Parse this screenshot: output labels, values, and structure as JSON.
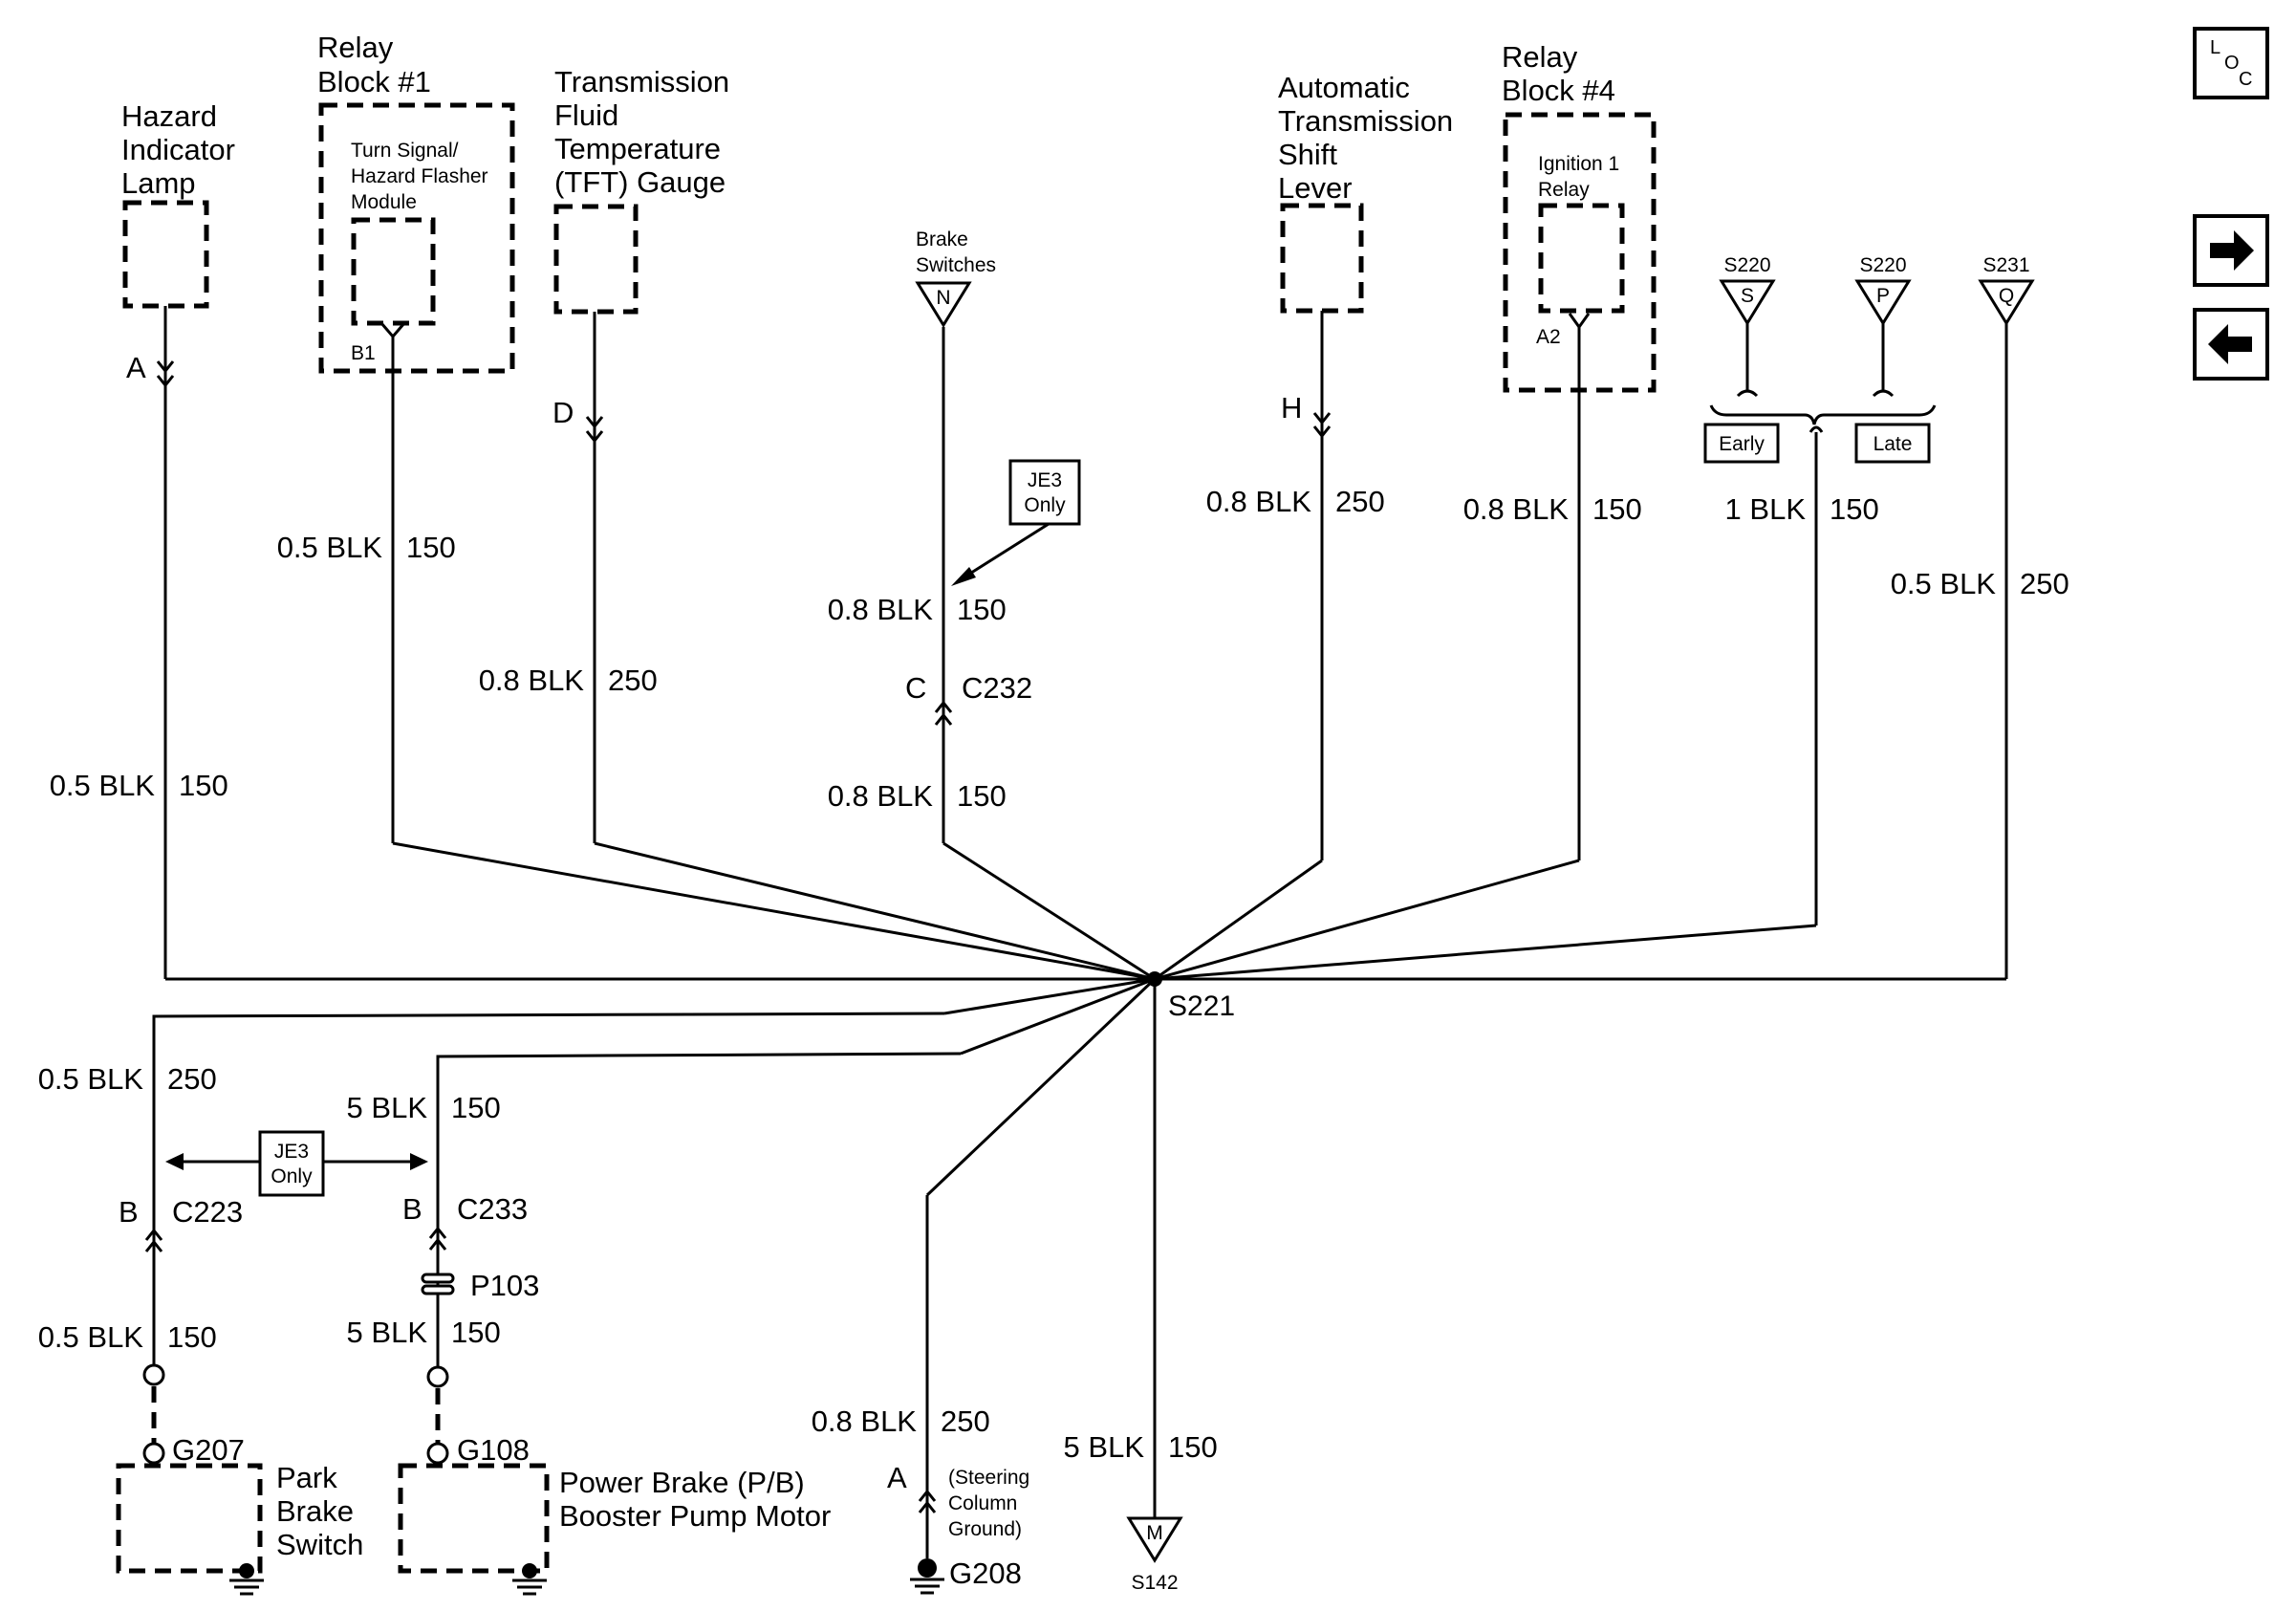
{
  "components": {
    "hazard_lamp": [
      "Hazard",
      "Indicator",
      "Lamp"
    ],
    "relay_block_1": [
      "Relay",
      "Block #1"
    ],
    "turn_signal_module": [
      "Turn Signal/",
      "Hazard Flasher",
      "Module"
    ],
    "tft_gauge": [
      "Transmission",
      "Fluid",
      "Temperature",
      "(TFT) Gauge"
    ],
    "brake_switches": [
      "Brake",
      "Switches"
    ],
    "shift_lever": [
      "Automatic",
      "Transmission",
      "Shift",
      "Lever"
    ],
    "relay_block_4": [
      "Relay",
      "Block #4"
    ],
    "ignition_relay": [
      "Ignition 1",
      "Relay"
    ],
    "park_brake_switch": [
      "Park",
      "Brake",
      "Switch"
    ],
    "pb_motor": [
      "Power Brake (P/B)",
      "Booster Pump Motor"
    ],
    "steering_ground": [
      "(Steering",
      "Column",
      "Ground)"
    ]
  },
  "pins": {
    "hazard": "A",
    "turn": "B1",
    "tft": "D",
    "shift": "H",
    "ignition": "A2",
    "brake": "C",
    "c223": "B",
    "c233": "B",
    "steering": "A"
  },
  "connectors": {
    "c232": "C232",
    "c223": "C223",
    "c233": "C233",
    "p103": "P103",
    "s221": "S221",
    "g207": "G207",
    "g108": "G108",
    "g208": "G208",
    "s142": "S142"
  },
  "offpage": {
    "brake_letter": "N",
    "s220_s": {
      "id": "S220",
      "letter": "S"
    },
    "s220_p": {
      "id": "S220",
      "letter": "P"
    },
    "s231": {
      "id": "S231",
      "letter": "Q"
    },
    "s142_letter": "M"
  },
  "options": {
    "je3_top": [
      "JE3",
      "Only"
    ],
    "je3_bottom": [
      "JE3",
      "Only"
    ],
    "early": "Early",
    "late": "Late"
  },
  "wires": {
    "hazard": {
      "size": "0.5 BLK",
      "circuit": "150"
    },
    "turn": {
      "size": "0.5 BLK",
      "circuit": "150"
    },
    "tft": {
      "size": "0.8 BLK",
      "circuit": "250"
    },
    "brake_upper": {
      "size": "0.8 BLK",
      "circuit": "150"
    },
    "brake_lower": {
      "size": "0.8 BLK",
      "circuit": "150"
    },
    "shift": {
      "size": "0.8 BLK",
      "circuit": "250"
    },
    "ignition": {
      "size": "0.8 BLK",
      "circuit": "150"
    },
    "s220": {
      "size": "1 BLK",
      "circuit": "150"
    },
    "s231": {
      "size": "0.5 BLK",
      "circuit": "250"
    },
    "park_upper": {
      "size": "0.5 BLK",
      "circuit": "250"
    },
    "park_lower": {
      "size": "0.5 BLK",
      "circuit": "150"
    },
    "pb_upper": {
      "size": "5 BLK",
      "circuit": "150"
    },
    "pb_lower": {
      "size": "5 BLK",
      "circuit": "150"
    },
    "steering": {
      "size": "0.8 BLK",
      "circuit": "250"
    },
    "s142": {
      "size": "5 BLK",
      "circuit": "150"
    }
  },
  "nav": {
    "loc": {
      "L": "L",
      "O": "O",
      "C": "C"
    },
    "next_icon": "arrow-right-icon",
    "prev_icon": "arrow-left-icon"
  }
}
